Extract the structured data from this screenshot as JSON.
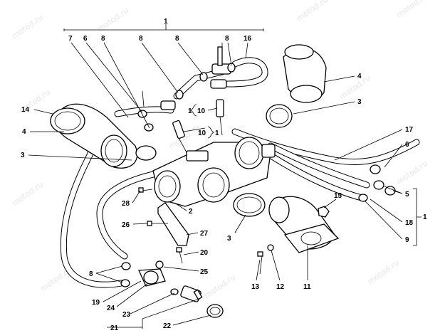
{
  "watermark": "motod.ru",
  "labels": {
    "top_bracket": "1",
    "n7": "7",
    "n6a": "6",
    "n8a": "8",
    "n8b": "8",
    "n8c": "8",
    "n8d": "8",
    "n16": "16",
    "n4a": "4",
    "n3a": "3",
    "n14": "14",
    "n4b": "4",
    "n3b": "3",
    "n1a": "1",
    "n10a": "10",
    "n10b": "10",
    "n1b": "1",
    "n17": "17",
    "n6b": "6",
    "n15": "15",
    "n5": "5",
    "n18": "18",
    "n1c": "1",
    "n9": "9",
    "n28": "28",
    "n2": "2",
    "n26": "26",
    "n27": "27",
    "n3c": "3",
    "n20": "20",
    "n25": "25",
    "n8e": "8",
    "n13": "13",
    "n12": "12",
    "n11": "11",
    "n19": "19",
    "n24": "24",
    "n23": "23",
    "n21": "21",
    "n22": "22"
  }
}
